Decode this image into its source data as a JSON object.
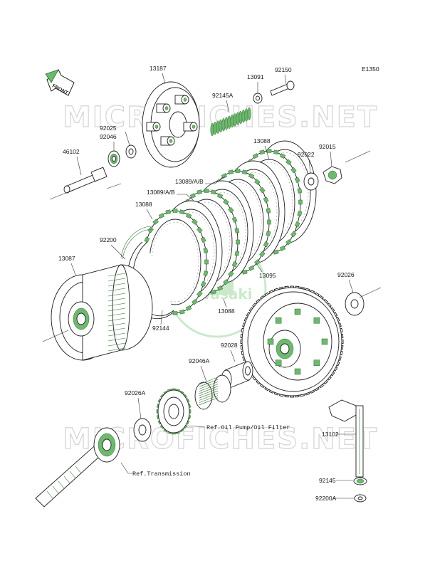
{
  "diagram": {
    "code": "E1350",
    "front_label": "FRONT",
    "watermark": "MICROFICHES.NET",
    "brand": "Kawasaki",
    "parts": [
      {
        "id": "13187"
      },
      {
        "id": "13091"
      },
      {
        "id": "92150"
      },
      {
        "id": "92145A"
      },
      {
        "id": "92025"
      },
      {
        "id": "92046"
      },
      {
        "id": "46102"
      },
      {
        "id": "13088"
      },
      {
        "id": "92022"
      },
      {
        "id": "92015"
      },
      {
        "id": "13089/A/B"
      },
      {
        "id": "13089/A/B"
      },
      {
        "id": "13088"
      },
      {
        "id": "92200"
      },
      {
        "id": "13087"
      },
      {
        "id": "13095"
      },
      {
        "id": "92026"
      },
      {
        "id": "13088"
      },
      {
        "id": "92144"
      },
      {
        "id": "92028"
      },
      {
        "id": "92046A"
      },
      {
        "id": "92026A"
      },
      {
        "id": "13102"
      },
      {
        "id": "92145"
      },
      {
        "id": "92200A"
      }
    ],
    "refs": [
      {
        "text": "Ref.Oil Pump/Oil Filter"
      },
      {
        "text": "Ref.Transmission"
      }
    ]
  }
}
